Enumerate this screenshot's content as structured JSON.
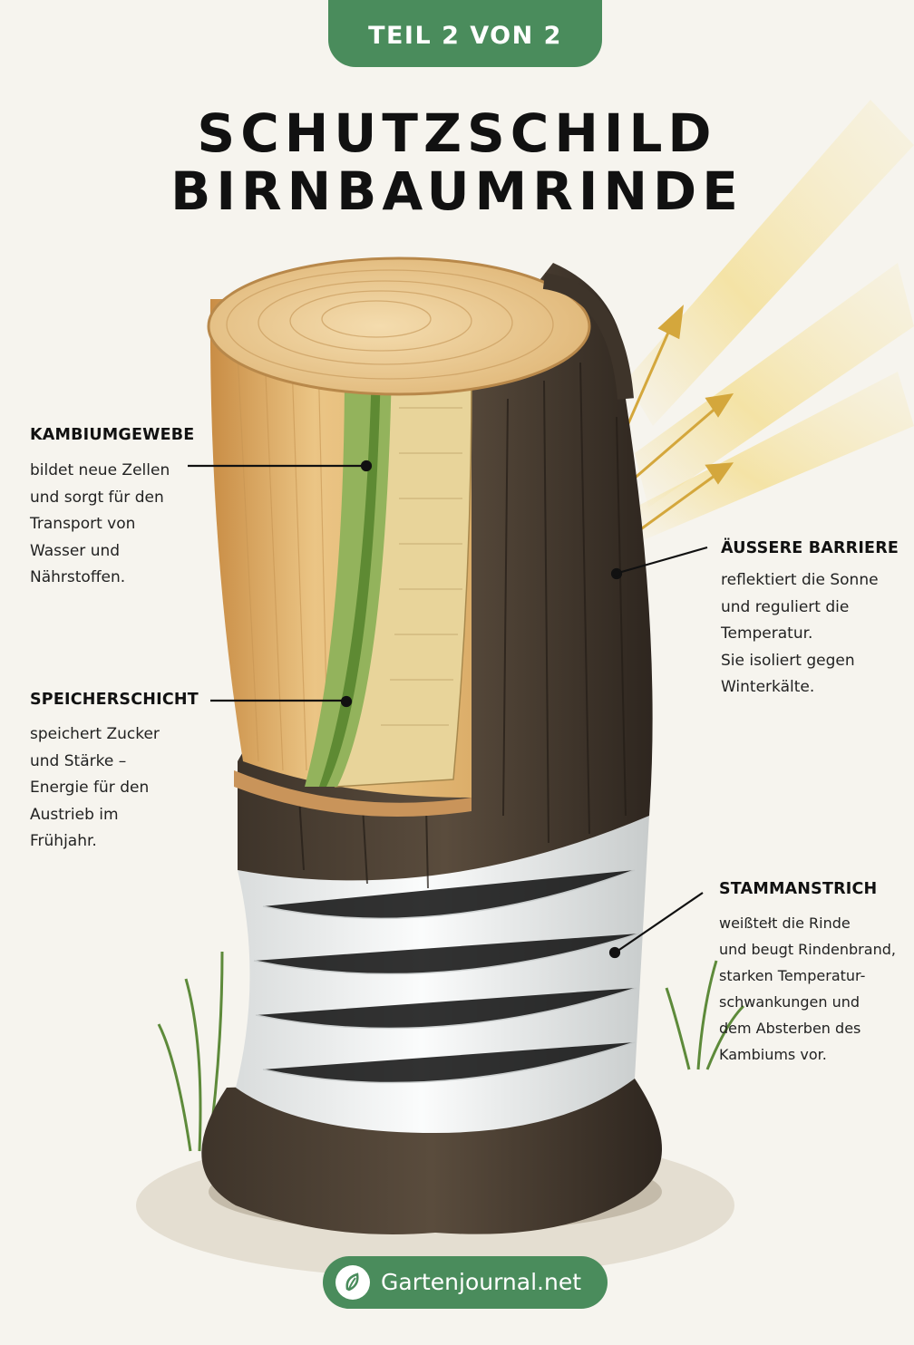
{
  "badge": "TEIL 2 VON 2",
  "title": {
    "line1": "SCHUTZSCHILD",
    "line2": "BIRNBAUMRINDE"
  },
  "labels": {
    "kambium": {
      "heading": "KAMBIUMGEWEBE",
      "text": "bildet neue Zellen\nund sorgt für den\nTransport von\nWasser und\nNährstoffen."
    },
    "speicher": {
      "heading": "SPEICHERSCHICHT",
      "text": "speichert Zucker\nund Stärke –\nEnergie für den\nAustrieb im\nFrühjahr."
    },
    "barriere": {
      "heading": "ÄUSSERE BARRIERE",
      "text": "reflektiert die Sonne\nund reguliert die\nTemperatur.\nSie isoliert gegen\nWinterkälte."
    },
    "anstrich": {
      "heading": "STAMMANSTRICH",
      "text": "weißtełt die Rinde\nund beugt Rindenbrand,\nstarken Temperatur-\nschwankungen und\ndem Absterben des\nKambiums vor."
    }
  },
  "footer": {
    "text": "Gartenjournal.net",
    "icon": "leaf-icon"
  },
  "colors": {
    "green": "#4a8c5c",
    "background": "#f6f4ee"
  }
}
